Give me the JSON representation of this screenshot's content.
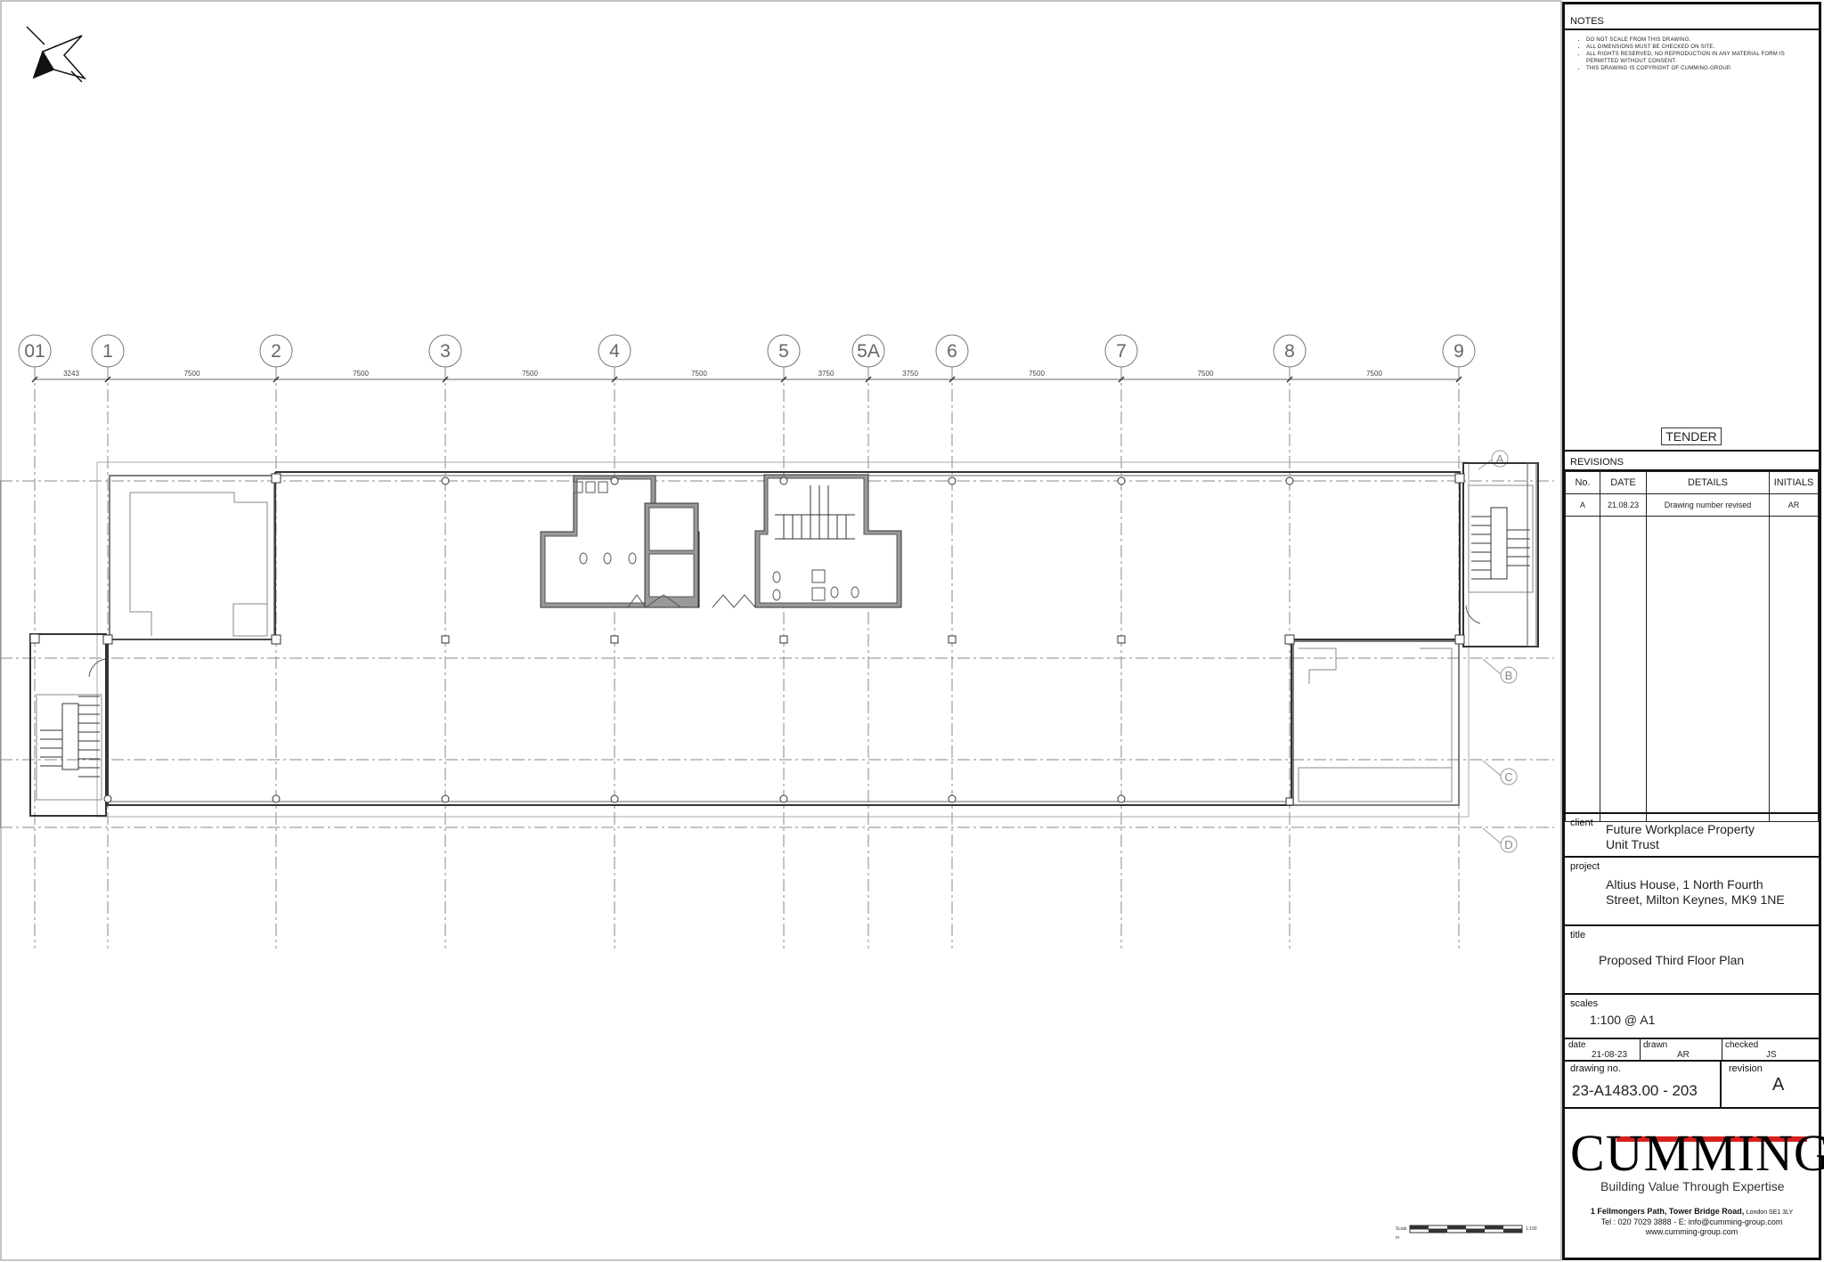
{
  "grid": {
    "columns": [
      "01",
      "1",
      "2",
      "3",
      "4",
      "5",
      "5A",
      "6",
      "7",
      "8",
      "9"
    ],
    "spacings": [
      "3243",
      "7500",
      "7500",
      "7500",
      "7500",
      "3750",
      "3750",
      "7500",
      "7500",
      "7500"
    ],
    "rows": [
      "A",
      "B",
      "C",
      "D"
    ]
  },
  "scale_bar": {
    "label_scale": "Scale",
    "label_m": "m",
    "ratio": "1:100"
  },
  "notes": {
    "heading": "NOTES",
    "items": [
      "DO NOT SCALE FROM THIS DRAWING.",
      "ALL DIMENSIONS MUST BE CHECKED ON SITE.",
      "ALL RIGHTS RESERVED, NO REPRODUCTION IN ANY MATERIAL FORM IS PERMITTED WITHOUT CONSENT.",
      "THIS DRAWING IS COPYRIGHT OF CUMMING-GROUP."
    ]
  },
  "status": "TENDER",
  "revisions": {
    "heading": "REVISIONS",
    "columns": [
      "No.",
      "DATE",
      "DETAILS",
      "INITIALS"
    ],
    "rows": [
      {
        "no": "A",
        "date": "21.08.23",
        "details": "Drawing number revised",
        "initials": "AR"
      }
    ]
  },
  "client": {
    "label": "client",
    "line1": "Future Workplace Property",
    "line2": "Unit Trust"
  },
  "project": {
    "label": "project",
    "line1": "Altius House, 1 North Fourth",
    "line2": "Street, Milton Keynes, MK9 1NE"
  },
  "title": {
    "label": "title",
    "value": "Proposed Third Floor Plan"
  },
  "scales": {
    "label": "scales",
    "value": "1:100 @ A1"
  },
  "meta": {
    "date_label": "date",
    "date": "21-08-23",
    "drawn_label": "drawn",
    "drawn": "AR",
    "checked_label": "checked",
    "checked": "JS"
  },
  "drawing": {
    "no_label": "drawing no.",
    "no": "23-A1483.00 - 203",
    "rev_label": "revision",
    "rev": "A"
  },
  "company": {
    "name": "CUMMING",
    "tagline": "Building Value Through Expertise",
    "address_line1": "1 Fellmongers Path, Tower Bridge Road,",
    "address_line1_small": "London SE1 3LY",
    "address_line2": "Tel : 020 7029 3888 - E: info@cumming-group.com",
    "address_line3": "www.cumming-group.com",
    "brand_color": "#d6201d"
  }
}
